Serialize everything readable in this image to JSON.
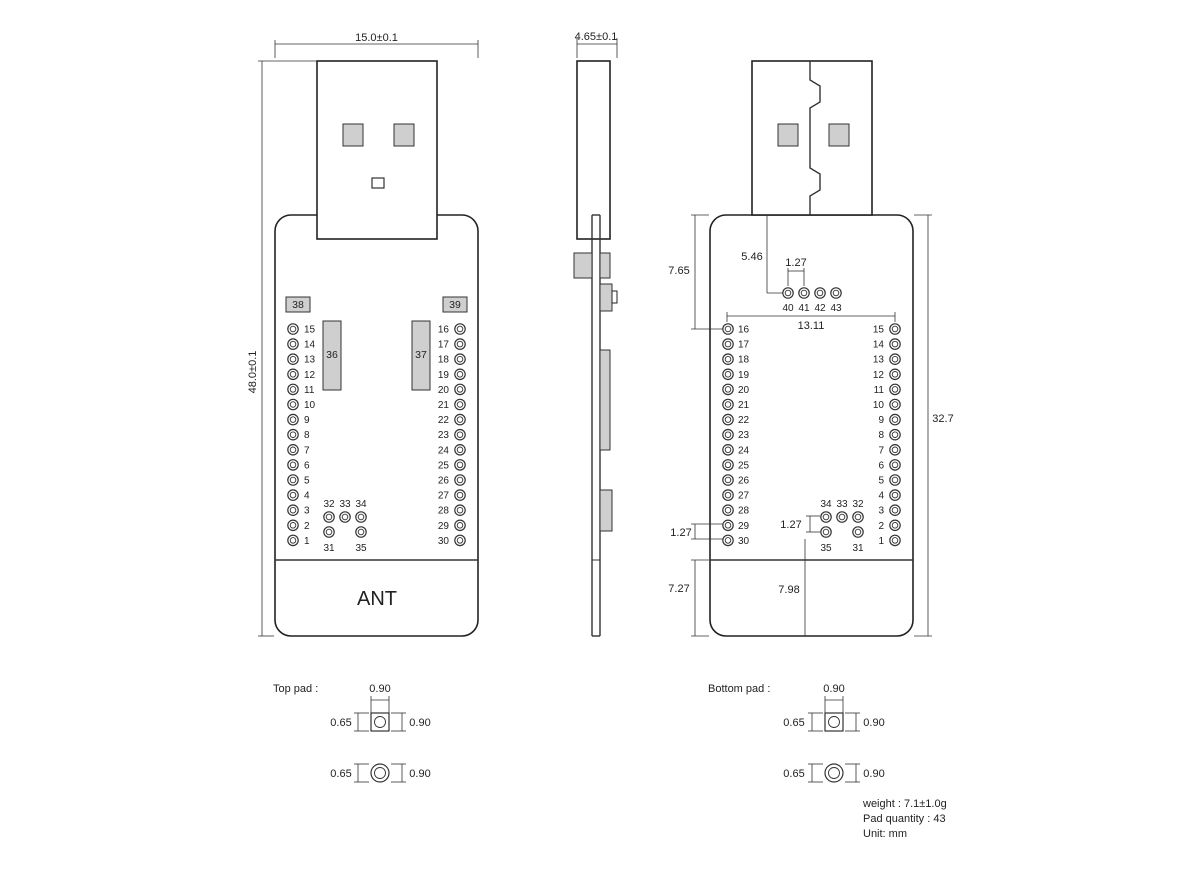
{
  "top_view": {
    "width_dim": "15.0±0.1",
    "height_dim": "48.0±0.1",
    "label_38": "38",
    "label_39": "39",
    "label_36": "36",
    "label_37": "37",
    "left_pins": [
      "15",
      "14",
      "13",
      "12",
      "11",
      "10",
      "9",
      "8",
      "7",
      "6",
      "5",
      "4",
      "3",
      "2",
      "1"
    ],
    "right_pins": [
      "16",
      "17",
      "18",
      "19",
      "20",
      "21",
      "22",
      "23",
      "24",
      "25",
      "26",
      "27",
      "28",
      "29",
      "30"
    ],
    "bottom_top_pins": [
      "32",
      "33",
      "34"
    ],
    "bottom_low_pins": [
      "31",
      "35"
    ],
    "antenna_label": "ANT"
  },
  "side_view": {
    "thickness_dim": "4.65±0.1"
  },
  "bottom_view": {
    "left_pins": [
      "16",
      "17",
      "18",
      "19",
      "20",
      "21",
      "22",
      "23",
      "24",
      "25",
      "26",
      "27",
      "28",
      "29",
      "30"
    ],
    "right_pins": [
      "15",
      "14",
      "13",
      "12",
      "11",
      "10",
      "9",
      "8",
      "7",
      "6",
      "5",
      "4",
      "3",
      "2",
      "1"
    ],
    "top_pad_labels": [
      "40",
      "41",
      "42",
      "43"
    ],
    "bottom_top_pins": [
      "34",
      "33",
      "32"
    ],
    "bottom_low_pins": [
      "35",
      "31"
    ],
    "dim_546": "5.46",
    "dim_127_top": "1.27",
    "dim_765": "7.65",
    "dim_1311": "13.11",
    "dim_327": "32.7",
    "dim_127_left": "1.27",
    "dim_127_mid": "1.27",
    "dim_727": "7.27",
    "dim_798": "7.98"
  },
  "top_pad": {
    "title": "Top pad :",
    "w": "0.90",
    "inner_sq": "0.65",
    "outer_sq": "0.90",
    "inner_circ": "0.65",
    "outer_circ": "0.90"
  },
  "bottom_pad": {
    "title": "Bottom pad :",
    "w": "0.90",
    "inner_sq": "0.65",
    "outer_sq": "0.90",
    "inner_circ": "0.65",
    "outer_circ": "0.90"
  },
  "notes": {
    "weight": "weight : 7.1±1.0g",
    "pad_quantity": "Pad quantity : 43",
    "unit": "Unit:  mm"
  }
}
